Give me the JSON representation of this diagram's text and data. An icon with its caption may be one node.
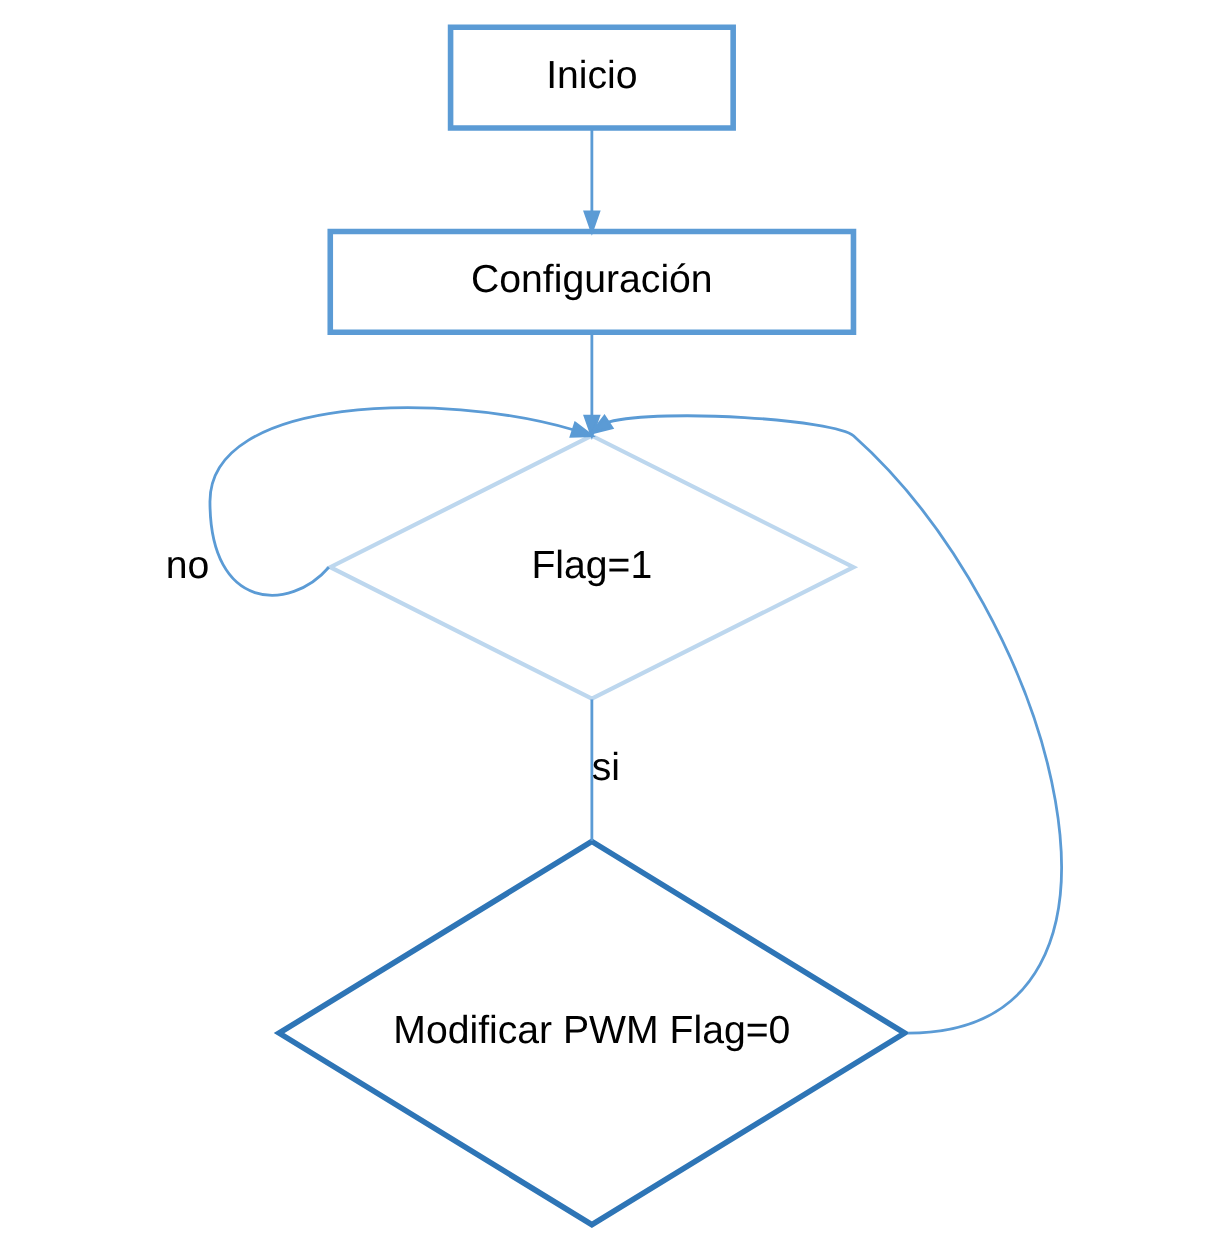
{
  "diagram": {
    "nodes": [
      {
        "text": [
          "Inicio"
        ]
      },
      {
        "text": [
          "Configuración"
        ]
      },
      {
        "text": [
          "Flag=1"
        ]
      },
      {
        "text": [
          "Modificar PWM Flag=0"
        ]
      }
    ],
    "edges": [
      {
        "from": 0,
        "to": 1,
        "arrow": "to"
      },
      {
        "from": 1,
        "to": 2,
        "arrow": "to"
      },
      {
        "from": 2,
        "to": 2,
        "arrow": "to",
        "label": "no"
      },
      {
        "from": 2,
        "to": 3,
        "arrow": "none",
        "label": "si"
      },
      {
        "from": 3,
        "to": 2,
        "arrow": "to"
      }
    ]
  }
}
